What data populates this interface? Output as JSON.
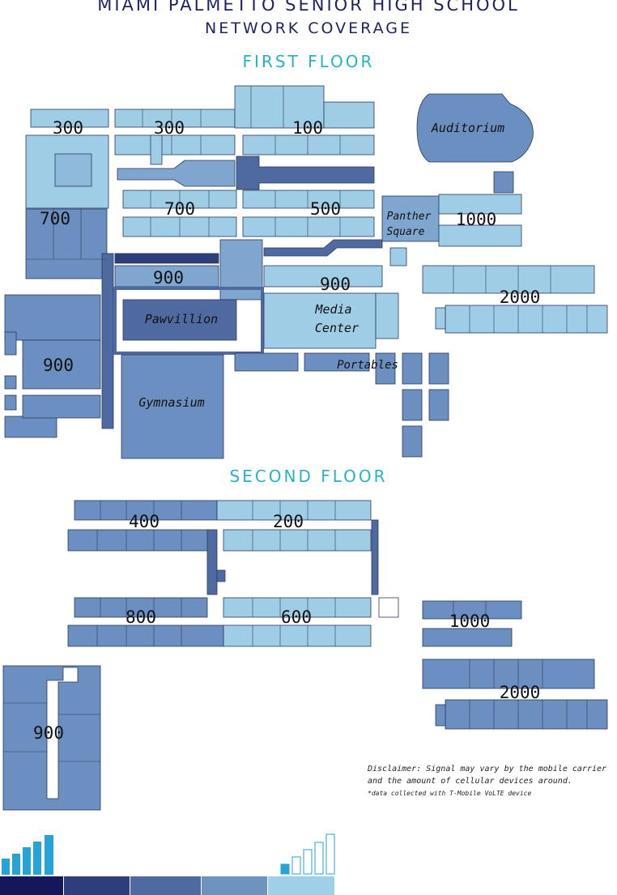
{
  "header": {
    "title": "MIAMI PALMETTO SENIOR HIGH SCHOOL",
    "subtitle": "NETWORK COVERAGE"
  },
  "floors": {
    "first": "FIRST FLOOR",
    "second": "SECOND FLOOR"
  },
  "labels": {
    "b300a": "300",
    "b300b": "300",
    "b100": "100",
    "auditorium": "Auditorium",
    "b700a": "700",
    "b700b": "700",
    "b500": "500",
    "panther1": "Panther",
    "panther2": "Square",
    "b1000a": "1000",
    "b900a": "900",
    "b900b": "900",
    "pawvillion": "Pawvillion",
    "media1": "Media",
    "media2": "Center",
    "b2000a": "2000",
    "b900c": "900",
    "portables": "Portables",
    "gymnasium": "Gymnasium",
    "b400": "400",
    "b200": "200",
    "b800": "800",
    "b600": "600",
    "b1000b": "1000",
    "b2000b": "2000",
    "b900d": "900"
  },
  "disclaimer": {
    "line1": "Disclaimer: Signal may vary by the mobile carrier",
    "line2": "and the amount of cellular devices around.",
    "note": "*data collected with T-Mobile VoLTE device"
  },
  "legend": {
    "colors": [
      "#15175a",
      "#2e3d7c",
      "#4f6aa0",
      "#6f93bf",
      "#9fd0e8"
    ],
    "strong_icon": "signal-strong-icon",
    "weak_icon": "signal-weak-icon"
  },
  "palette": {
    "excellent": "#9fcde6",
    "good": "#7fa6ce",
    "fair": "#6b8fc0",
    "poor": "#4f6aa0",
    "bad": "#2e3d7c"
  }
}
